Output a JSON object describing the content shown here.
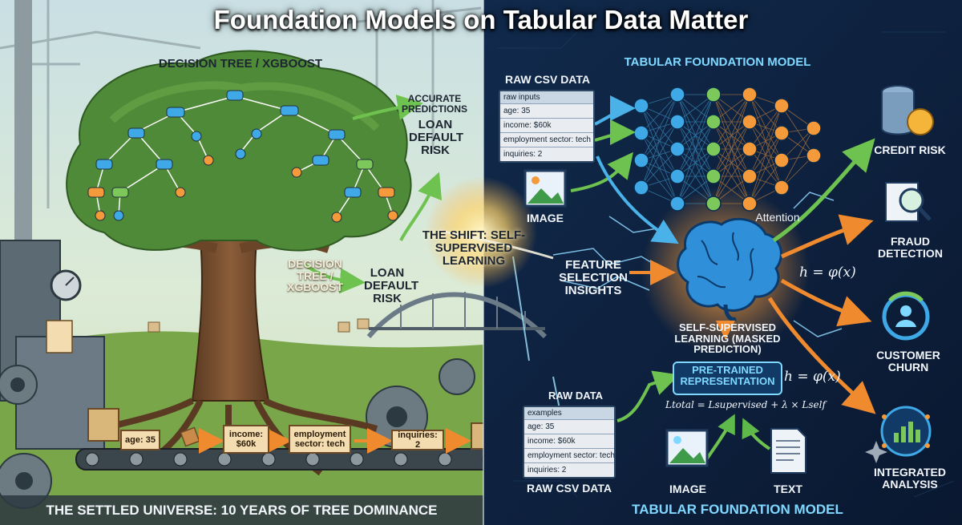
{
  "title": "Foundation Models on Tabular Data Matter",
  "left": {
    "heading": "DECISION TREE / XGBOOST",
    "trunk_label": "DECISION TREE / XGBOOST",
    "predictions_label": "ACCURATE PREDICTIONS",
    "loan_default_top": "LOAN DEFAULT RISK",
    "loan_default_mid": "LOAN DEFAULT RISK",
    "conveyor_items": [
      "age: 35",
      "income: $60k",
      "employment sector: tech",
      "inquiries: 2"
    ],
    "footer": "THE SETTLED UNIVERSE: 10 YEARS OF TREE DOMINANCE"
  },
  "center": {
    "shift_label": "THE SHIFT: SELF-SUPERVISED LEARNING",
    "feature_insights": "FEATURE SELECTION INSIGHTS"
  },
  "right": {
    "heading": "TABULAR FOUNDATION MODEL",
    "raw_csv_top": {
      "label": "RAW CSV DATA",
      "header": "raw inputs",
      "rows": [
        "age: 35",
        "income: $60k",
        "employment sector: tech",
        "inquiries: 2"
      ]
    },
    "image_label_top": "IMAGE",
    "attention_label": "Attention",
    "formula_h_1": "h = φ(x)",
    "formula_h_2": "h = φ(x)",
    "ssl_label": "SELF-SUPERVISED LEARNING (MASKED PREDICTION)",
    "pretrained_label": "PRE-TRAINED REPRESENTATION",
    "loss_formula": "Ltotal = Lsupervised + λ × Lself",
    "raw_data_label": "RAW DATA",
    "raw_csv_bottom": {
      "label": "RAW CSV DATA",
      "header": "examples",
      "rows": [
        "age: 35",
        "income: $60k",
        "employment sector: tech",
        "inquiries: 2"
      ]
    },
    "image_label_bottom": "IMAGE",
    "text_label": "TEXT",
    "footer": "TABULAR FOUNDATION MODEL",
    "outputs": [
      "CREDIT RISK",
      "FRAUD DETECTION",
      "CUSTOMER CHURN",
      "INTEGRATED ANALYSIS"
    ]
  },
  "icons": [
    "tree-icon",
    "brain-icon",
    "image-icon",
    "text-document-icon",
    "database-coin-icon",
    "magnifier-dollar-icon",
    "customer-cycle-icon",
    "network-chart-icon",
    "sparkle-icon",
    "conveyor-icon",
    "bridge-icon",
    "gear-icon"
  ],
  "colors": {
    "left_sky": "#cfe6d7",
    "right_bg": "#0f2a4d",
    "neuron_blue": "#3fa9e8",
    "neuron_green": "#7cc85a",
    "neuron_orange": "#f59a3a",
    "arrow_green": "#6ec24f",
    "arrow_orange": "#f08a2e",
    "arrow_blue": "#4ab2e8"
  }
}
